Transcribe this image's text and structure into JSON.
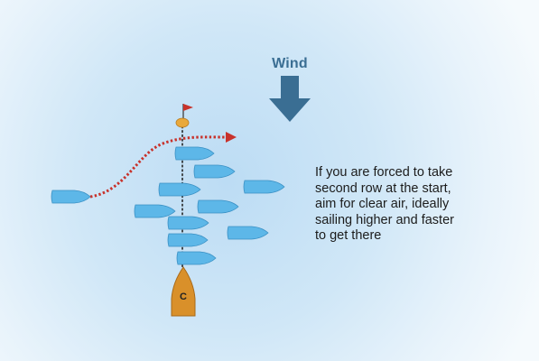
{
  "wind": {
    "label": "Wind",
    "icon": "down-arrow-icon",
    "color": "#3a6e93"
  },
  "caption": {
    "lines": [
      "If you are forced to take",
      "second row at the start,",
      "aim for clear air, ideally",
      "sailing higher and faster",
      "to get there"
    ]
  },
  "committee_boat": {
    "label": "C",
    "color": "#d9902a"
  },
  "colors": {
    "boat_fill": "#5db7e8",
    "boat_stroke": "#3a90c4",
    "course_line": "#c8322b",
    "pin_buoy": "#e9a93c",
    "pin_flag": "#c8322b",
    "start_line": "#222222"
  }
}
